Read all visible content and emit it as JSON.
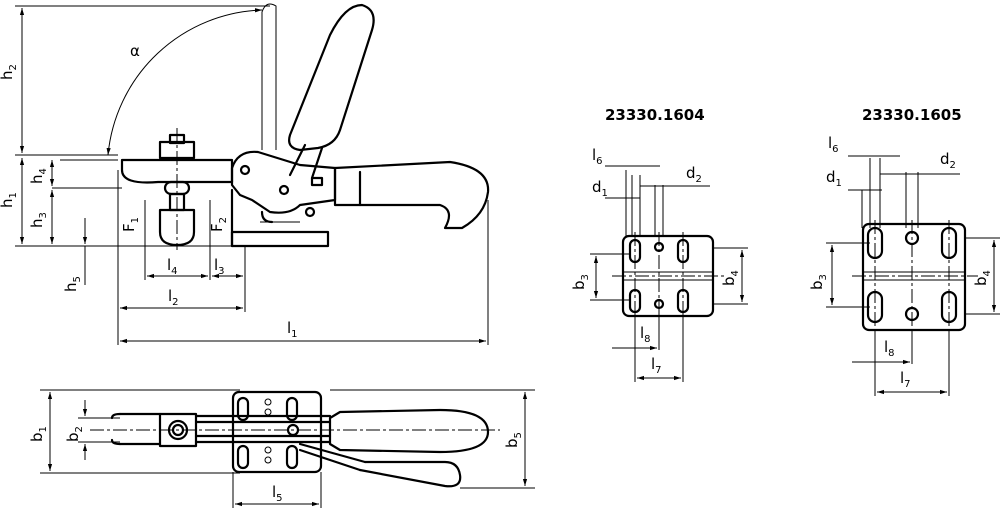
{
  "variants": {
    "left": "23330.1604",
    "right": "23330.1605"
  },
  "labels": {
    "h": "h",
    "l": "l",
    "b": "b",
    "d": "d",
    "F": "F",
    "alpha": "α",
    "s1": "1",
    "s2": "2",
    "s3": "3",
    "s4": "4",
    "s5": "5",
    "s6": "6",
    "s7": "7",
    "s8": "8"
  }
}
